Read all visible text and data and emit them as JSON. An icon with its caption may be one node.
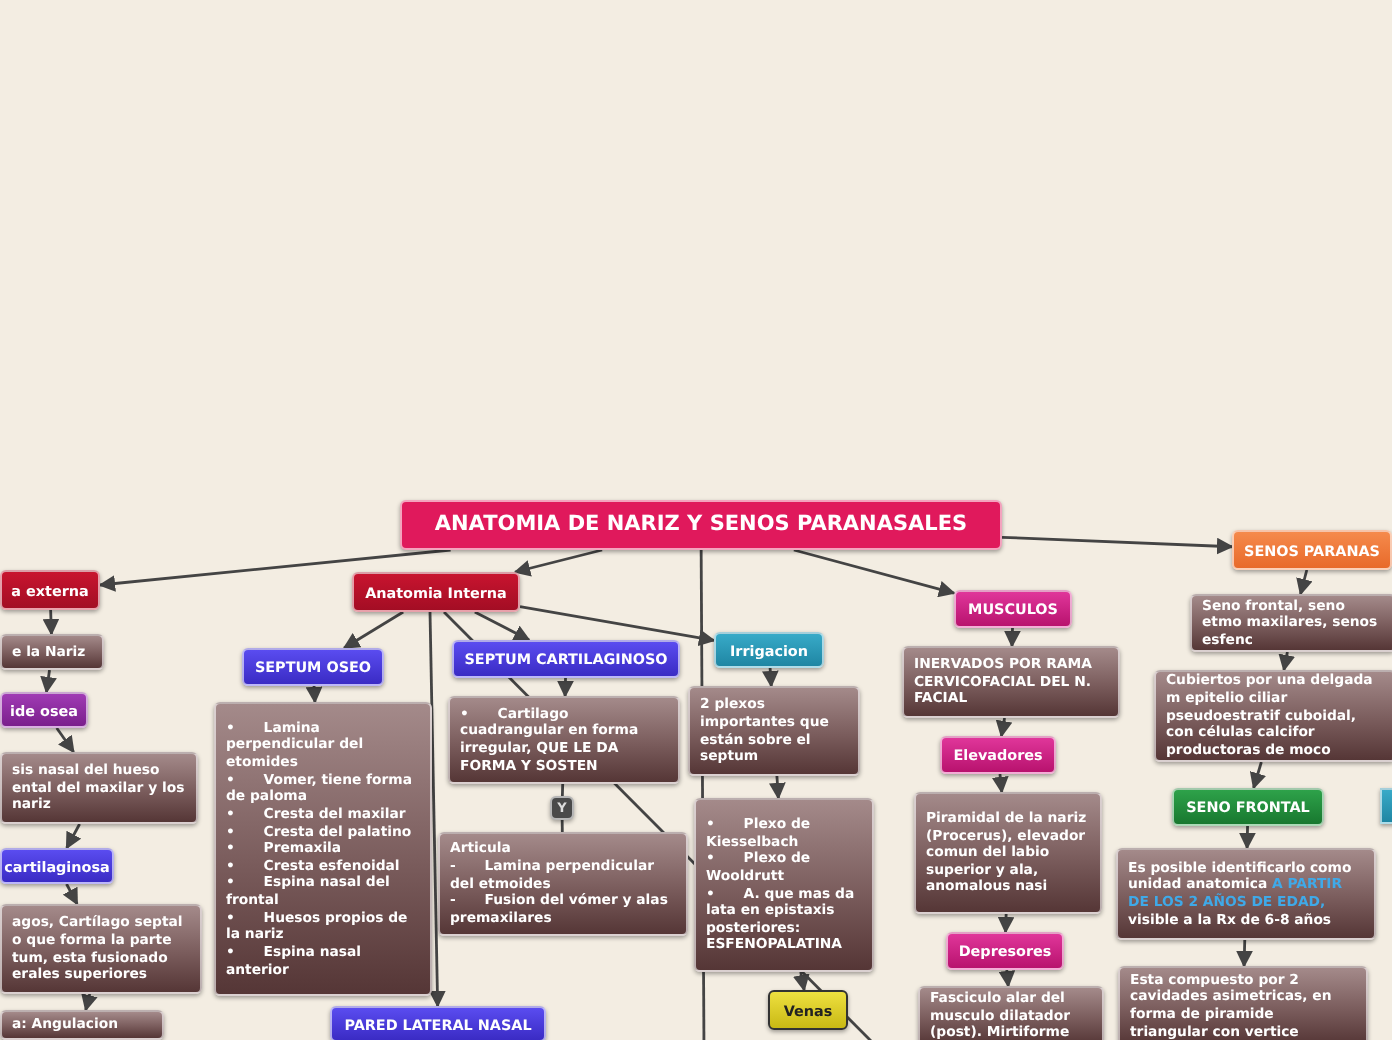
{
  "diagram": {
    "nodes": [
      {
        "text": [
          "ANATOMIA DE NARIZ Y SENOS PARANASALES"
        ]
      },
      {
        "text": [
          "a externa"
        ]
      },
      {
        "text": [
          "e la Nariz"
        ]
      },
      {
        "text": [
          "ide osea"
        ]
      },
      {
        "text": [
          "sis nasal del hueso ental del maxilar y los nariz"
        ]
      },
      {
        "text": [
          "cartilaginosa"
        ]
      },
      {
        "text": [
          "agos, Cartílago septal o que forma la parte tum, esta fusionado erales superiores"
        ]
      },
      {
        "text": [
          "a: Angulacion"
        ]
      },
      {
        "text": [
          "Anatomia Interna"
        ]
      },
      {
        "text": [
          "SEPTUM OSEO"
        ]
      },
      {
        "text": [
          "•      Lamina perpendicular del etomides",
          "•      Vomer, tiene forma de paloma",
          "•      Cresta del maxilar",
          "•      Cresta del palatino",
          "•      Premaxila",
          "•      Cresta esfenoidal",
          "•      Espina nasal del frontal",
          "•      Huesos propios de la nariz",
          "•      Espina nasal anterior"
        ]
      },
      {
        "text": [
          "SEPTUM CARTILAGINOSO"
        ]
      },
      {
        "text": [
          "•      Cartilago cuadrangular en forma irregular, QUE LE DA FORMA Y SOSTEN"
        ]
      },
      {
        "text": [
          "Y"
        ]
      },
      {
        "text": [
          "Articula",
          "-      Lamina perpendicular del etmoides",
          "-      Fusion del vómer y alas premaxilares"
        ]
      },
      {
        "text": [
          "PARED LATERAL NASAL"
        ]
      },
      {
        "text": [
          "Irrigacion"
        ]
      },
      {
        "text": [
          "2 plexos importantes que están sobre el septum"
        ]
      },
      {
        "text": [
          "•      Plexo de Kiesselbach",
          "•      Plexo de Wooldrutt",
          "•      A. que mas da lata en epistaxis posteriores: ESFENOPALATINA"
        ]
      },
      {
        "text": [
          "Venas"
        ]
      },
      {
        "text": [
          "MUSCULOS"
        ]
      },
      {
        "text": [
          "INERVADOS POR RAMA CERVICOFACIAL DEL N. FACIAL"
        ]
      },
      {
        "text": [
          "Elevadores"
        ]
      },
      {
        "text": [
          "Piramidal de la nariz (Procerus), elevador comun del labio superior y ala, anomalous nasi"
        ]
      },
      {
        "text": [
          "Depresores"
        ]
      },
      {
        "text": [
          "Fasciculo alar del musculo dilatador (post). Mirtiforme"
        ]
      },
      {
        "text": [
          "SENOS PARANAS"
        ]
      },
      {
        "text": [
          "Seno frontal, seno etmo maxilares, senos esfenc"
        ]
      },
      {
        "text": [
          "Cubiertos por una delgada m epitelio ciliar pseudoestratif cuboidal, con células calcifor productoras de moco"
        ]
      },
      {
        "text": [
          "SENO FRONTAL"
        ]
      },
      {
        "text": [],
        "shape": "box"
      },
      {
        "text": [
          "Es posible identificarlo como unidad anatomica **A PARTIR DE LOS 2 AÑOS DE EDAD,** visible a la Rx de 6-8 años"
        ]
      },
      {
        "text": [
          "Esta compuesto por 2 cavidades asimetricas, en forma de piramide triangular con vertice"
        ]
      }
    ],
    "edges": [
      {
        "from": 0,
        "to": 1,
        "arrow": "to"
      },
      {
        "from": 0,
        "to": 8,
        "arrow": "to"
      },
      {
        "from": 0,
        "to": 20,
        "arrow": "to"
      },
      {
        "from": 0,
        "to": 26,
        "arrow": "to"
      },
      {
        "from": 0,
        "to": null,
        "arrow": "none"
      },
      {
        "from": 1,
        "to": 2,
        "arrow": "to"
      },
      {
        "from": 2,
        "to": 3,
        "arrow": "to"
      },
      {
        "from": 3,
        "to": 4,
        "arrow": "to"
      },
      {
        "from": 4,
        "to": 5,
        "arrow": "to"
      },
      {
        "from": 5,
        "to": 6,
        "arrow": "to"
      },
      {
        "from": 6,
        "to": 7,
        "arrow": "to"
      },
      {
        "from": 8,
        "to": 9,
        "arrow": "to"
      },
      {
        "from": 8,
        "to": 11,
        "arrow": "to"
      },
      {
        "from": 8,
        "to": 16,
        "arrow": "to"
      },
      {
        "from": 8,
        "to": 15,
        "arrow": "to"
      },
      {
        "from": 8,
        "to": null,
        "arrow": "none"
      },
      {
        "from": 9,
        "to": 10,
        "arrow": "to"
      },
      {
        "from": 11,
        "to": 12,
        "arrow": "to"
      },
      {
        "from": 12,
        "to": 13,
        "arrow": "none"
      },
      {
        "from": 13,
        "to": 14,
        "arrow": "none"
      },
      {
        "from": 16,
        "to": 17,
        "arrow": "to"
      },
      {
        "from": 17,
        "to": 18,
        "arrow": "to"
      },
      {
        "from": 18,
        "to": 19,
        "arrow": "to"
      },
      {
        "from": 20,
        "to": 21,
        "arrow": "to"
      },
      {
        "from": 21,
        "to": 22,
        "arrow": "to"
      },
      {
        "from": 22,
        "to": 23,
        "arrow": "to"
      },
      {
        "from": 23,
        "to": 24,
        "arrow": "to"
      },
      {
        "from": 24,
        "to": 25,
        "arrow": "to"
      },
      {
        "from": 26,
        "to": 27,
        "arrow": "to"
      },
      {
        "from": 27,
        "to": 28,
        "arrow": "to"
      },
      {
        "from": 28,
        "to": 29,
        "arrow": "to"
      },
      {
        "from": 29,
        "to": 31,
        "arrow": "to"
      },
      {
        "from": 31,
        "to": 32,
        "arrow": "to"
      }
    ]
  }
}
